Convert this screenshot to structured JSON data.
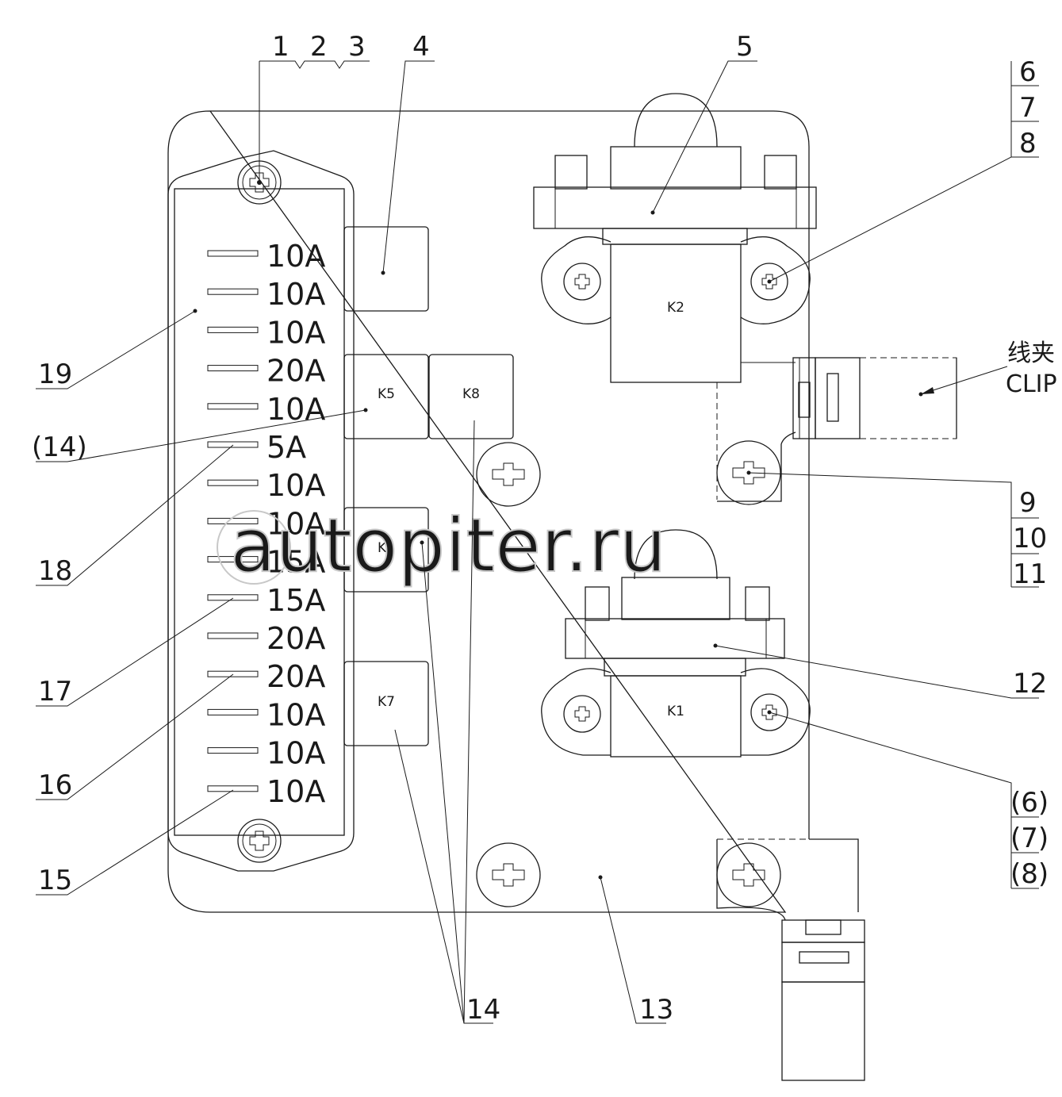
{
  "watermark": "autopiter.ru",
  "clip_label": {
    "zh": "线夹",
    "en": "CLIP"
  },
  "fuse_ratings": [
    "10A",
    "10A",
    "10A",
    "20A",
    "10A",
    "5A",
    "10A",
    "10A",
    "15A",
    "15A",
    "20A",
    "20A",
    "10A",
    "10A",
    "10A"
  ],
  "relays": {
    "k1": "K1",
    "k2": "K2",
    "k3": "K3",
    "k5": "K5",
    "k7": "K7",
    "k8": "K8"
  },
  "callouts": {
    "c1": "1",
    "c2": "2",
    "c3": "3",
    "c4": "4",
    "c5": "5",
    "c6": "6",
    "c7": "7",
    "c8": "8",
    "c9": "9",
    "c10": "10",
    "c11": "11",
    "c12": "12",
    "c13": "13",
    "c14": "14",
    "c14p": "(14)",
    "c15": "15",
    "c16": "16",
    "c17": "17",
    "c18": "18",
    "c19": "19",
    "c6p": "(6)",
    "c7p": "(7)",
    "c8p": "(8)"
  }
}
